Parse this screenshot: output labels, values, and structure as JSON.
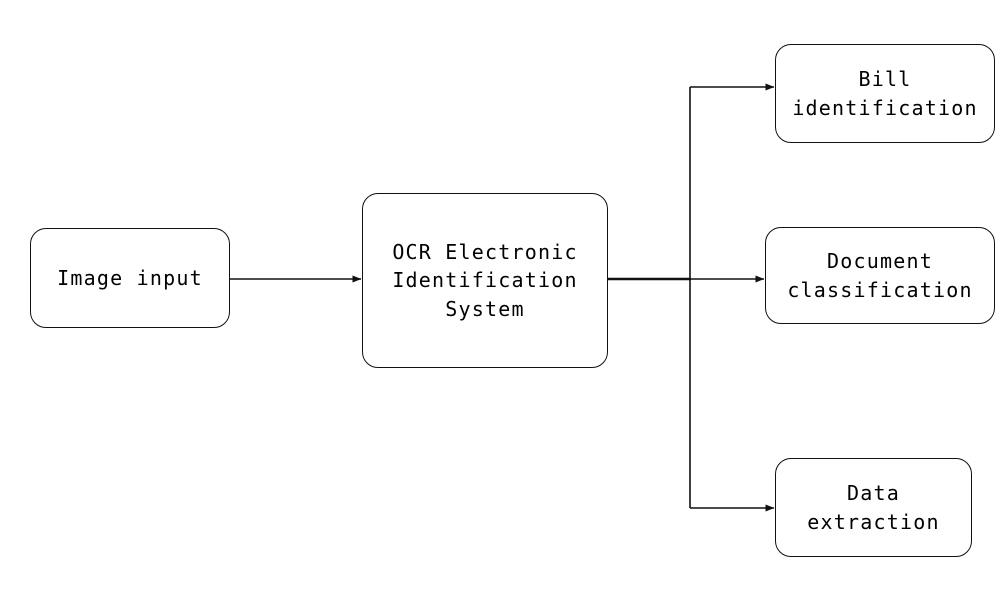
{
  "diagram": {
    "title": "OCR Electronic Identification System flowchart",
    "type": "flowchart",
    "background_color": "#ffffff",
    "stroke_color": "#111111",
    "text_color": "#000000",
    "nodes": [
      {
        "id": "image-input",
        "label": "Image input",
        "lines": [
          "Image input"
        ],
        "shape": "rounded-rectangle"
      },
      {
        "id": "ocr-system",
        "label": "OCR Electronic Identification System",
        "lines": [
          "OCR Electronic",
          "Identification",
          "System"
        ],
        "shape": "rounded-rectangle"
      },
      {
        "id": "bill-identification",
        "label": "Bill identification",
        "lines": [
          "Bill",
          "identification"
        ],
        "shape": "rounded-rectangle"
      },
      {
        "id": "document-classification",
        "label": "Document classification",
        "lines": [
          "Document",
          "classification"
        ],
        "shape": "rounded-rectangle"
      },
      {
        "id": "data-extraction",
        "label": "Data extraction",
        "lines": [
          "Data",
          "extraction"
        ],
        "shape": "rounded-rectangle"
      }
    ],
    "edges": [
      {
        "id": "edge-input-to-ocr",
        "from": "image-input",
        "to": "ocr-system",
        "style": "straight-arrow",
        "label": ""
      },
      {
        "id": "edge-ocr-to-bill",
        "from": "ocr-system",
        "to": "bill-identification",
        "style": "orthogonal-arrow",
        "label": ""
      },
      {
        "id": "edge-ocr-to-document",
        "from": "ocr-system",
        "to": "document-classification",
        "style": "straight-arrow",
        "label": ""
      },
      {
        "id": "edge-ocr-to-data",
        "from": "ocr-system",
        "to": "data-extraction",
        "style": "orthogonal-arrow",
        "label": ""
      }
    ]
  }
}
